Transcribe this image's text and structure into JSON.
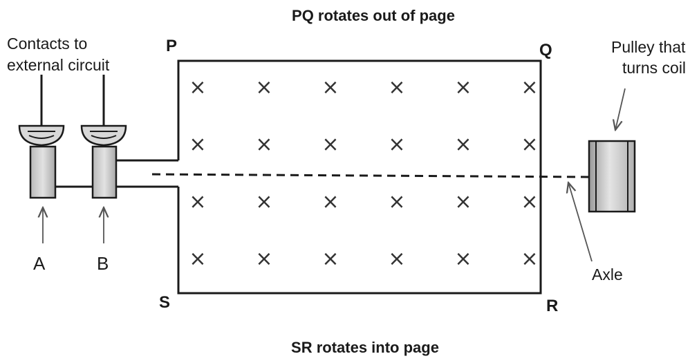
{
  "diagram": {
    "captions": {
      "top": "PQ rotates out of page",
      "bottom": "SR rotates into page"
    },
    "corners": {
      "p": "P",
      "q": "Q",
      "r": "R",
      "s": "S"
    },
    "annotations": {
      "contacts_line1": "Contacts to",
      "contacts_line2": "external circuit",
      "pulley_line1": "Pulley that",
      "pulley_line2": "turns coil",
      "axle": "Axle"
    },
    "rings": {
      "a": "A",
      "b": "B"
    },
    "field": {
      "symbol": "×",
      "rows": 4,
      "columns": 6,
      "direction": "into page"
    }
  }
}
